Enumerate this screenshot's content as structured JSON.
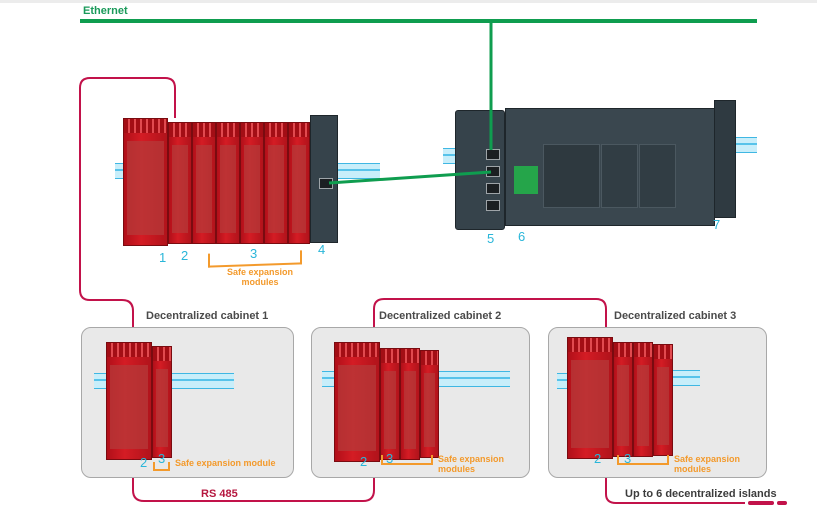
{
  "diagram": {
    "network_label": "Ethernet",
    "serial_label": "RS 485",
    "islands_note": "Up to 6 decentralized islands",
    "colors": {
      "ethernet": "#0f9d4f",
      "rs485": "#c2124a",
      "callout_numbers": "#29b6d9",
      "callout_text": "#f39a2c",
      "module_red": "#c8161e",
      "plc_dark": "#36434b"
    },
    "main_station": {
      "callouts": [
        "1",
        "2",
        "3",
        "4"
      ],
      "expansion_label_line1": "Safe expansion",
      "expansion_label_line2": "modules"
    },
    "controller": {
      "callouts": [
        "5",
        "6",
        "7"
      ]
    },
    "cabinets": [
      {
        "title": "Decentralized cabinet 1",
        "callouts": [
          "2",
          "3"
        ],
        "expansion_label_line1": "Safe expansion module",
        "expansion_label_line2": ""
      },
      {
        "title": "Decentralized cabinet 2",
        "callouts": [
          "2",
          "3"
        ],
        "expansion_label_line1": "Safe expansion",
        "expansion_label_line2": "modules"
      },
      {
        "title": "Decentralized cabinet 3",
        "callouts": [
          "2",
          "3"
        ],
        "expansion_label_line1": "Safe expansion",
        "expansion_label_line2": "modules"
      }
    ]
  }
}
